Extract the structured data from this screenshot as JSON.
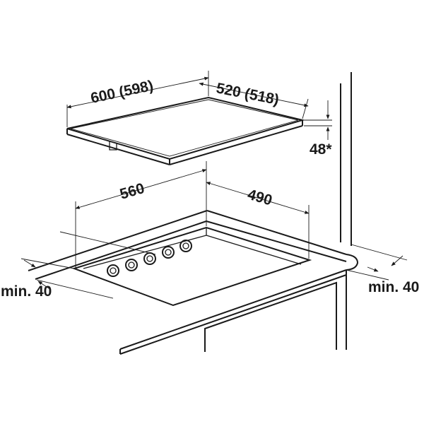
{
  "labels": {
    "hob_width": "600 (598)",
    "hob_depth": "520 (518)",
    "hob_height": "48*",
    "cutout_width": "560",
    "cutout_depth": "490",
    "min_left": "min. 40",
    "min_right": "min. 40"
  }
}
